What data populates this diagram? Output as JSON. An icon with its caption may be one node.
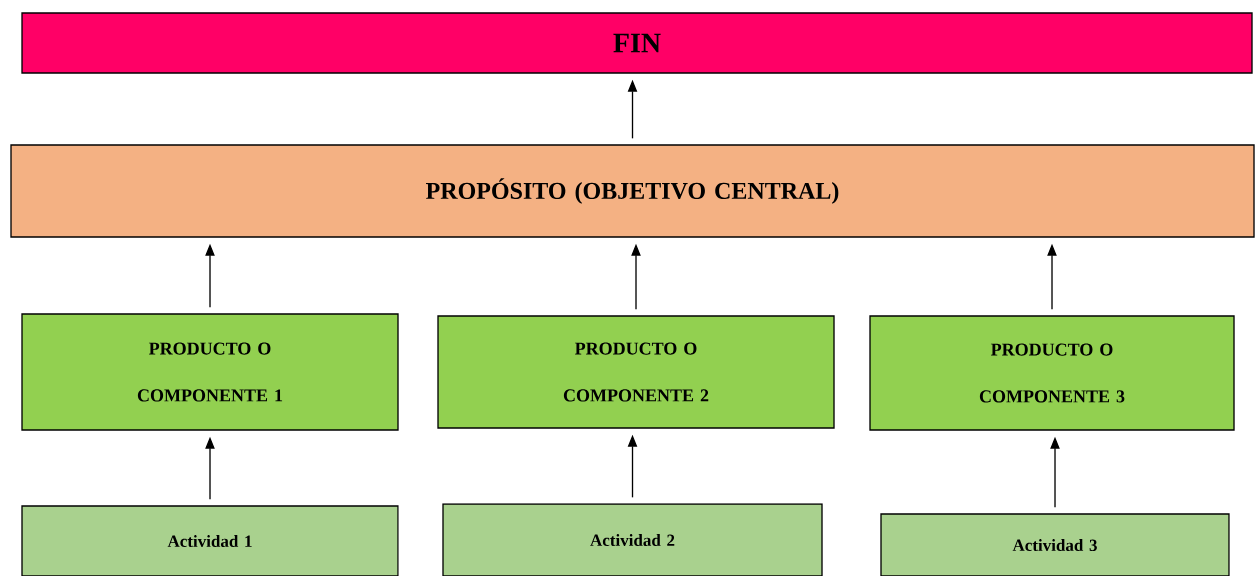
{
  "diagram": {
    "nodes": [
      {
        "text": [
          "FIN"
        ]
      },
      {
        "text": [
          "PROPÓSITO (OBJETIVO CENTRAL)"
        ]
      },
      {
        "text": [
          "PRODUCTO O COMPONENTE 1"
        ]
      },
      {
        "text": [
          "PRODUCTO O COMPONENTE 2"
        ]
      },
      {
        "text": [
          "PRODUCTO O COMPONENTE 3"
        ]
      },
      {
        "text": [
          "Actividad 1"
        ]
      },
      {
        "text": [
          "Actividad 2"
        ]
      },
      {
        "text": [
          "Actividad 3"
        ]
      }
    ],
    "edges": [
      {
        "from": 1,
        "to": 0,
        "arrow": "to"
      },
      {
        "from": 2,
        "to": 1,
        "arrow": "to"
      },
      {
        "from": 3,
        "to": 1,
        "arrow": "to"
      },
      {
        "from": 4,
        "to": 1,
        "arrow": "to"
      },
      {
        "from": 5,
        "to": 2,
        "arrow": "to"
      },
      {
        "from": 6,
        "to": 3,
        "arrow": "to"
      },
      {
        "from": 7,
        "to": 4,
        "arrow": "to"
      }
    ]
  }
}
